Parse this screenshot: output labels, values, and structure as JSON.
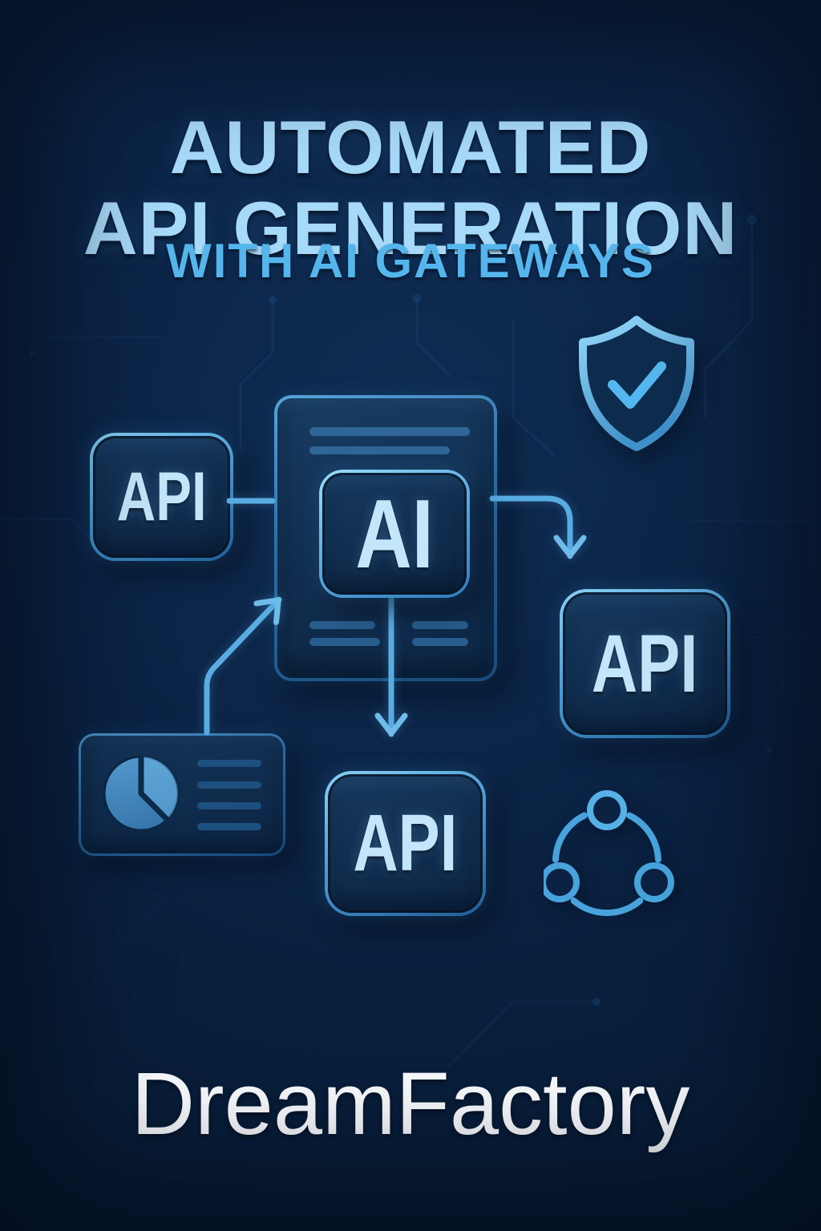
{
  "poster": {
    "title_line1": "AUTOMATED",
    "title_line2": "API GENERATION",
    "subtitle": "WITH AI GATEWAYS",
    "brand": "DreamFactory"
  },
  "diagram": {
    "api_left_label": "API",
    "ai_label": "AI",
    "api_right_label": "API",
    "api_bottom_label": "API",
    "icons": [
      "shield-check-icon",
      "document-icon",
      "pie-chart-report-icon",
      "network-share-icon"
    ],
    "connectors": [
      "api-left to ai-document",
      "ai-document to api-right",
      "ai-core to api-bottom",
      "report-card to ai-document"
    ]
  },
  "colors": {
    "background": "#0b2345",
    "accent_line": "#5cb0e5",
    "title_text": "#a7d9f8",
    "subtitle_text": "#54b6ec",
    "chip_label": "#c3e6fb",
    "chip_border": "#8ad2f5",
    "brand_text": "#f6f8fb",
    "pie_fill": "#4e95cc"
  }
}
